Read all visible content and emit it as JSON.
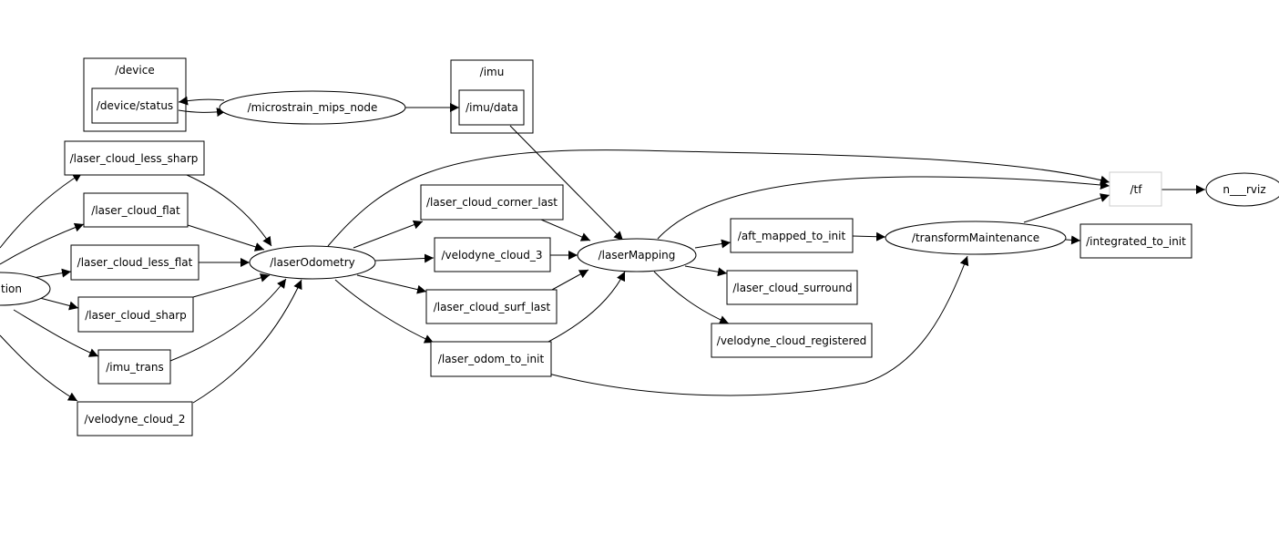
{
  "graph": {
    "clusters": {
      "device": "/device",
      "imu": "/imu"
    },
    "nodes": {
      "device_status": "/device/status",
      "microstrain": "/microstrain_mips_node",
      "imu_data": "/imu/data",
      "less_sharp": "/laser_cloud_less_sharp",
      "flat": "/laser_cloud_flat",
      "less_flat": "/laser_cloud_less_flat",
      "sharp": "/laser_cloud_sharp",
      "imu_trans": "/imu_trans",
      "velodyne_cloud_2": "/velodyne_cloud_2",
      "scan_registration": "ation",
      "laser_odometry": "/laserOdometry",
      "corner_last": "/laser_cloud_corner_last",
      "velodyne_cloud_3": "/velodyne_cloud_3",
      "surf_last": "/laser_cloud_surf_last",
      "odom_to_init": "/laser_odom_to_init",
      "laser_mapping": "/laserMapping",
      "aft_mapped": "/aft_mapped_to_init",
      "surround": "/laser_cloud_surround",
      "registered": "/velodyne_cloud_registered",
      "transform_maintenance": "/transformMaintenance",
      "integrated": "/integrated_to_init",
      "tf": "/tf",
      "rviz": "n___rviz"
    }
  }
}
